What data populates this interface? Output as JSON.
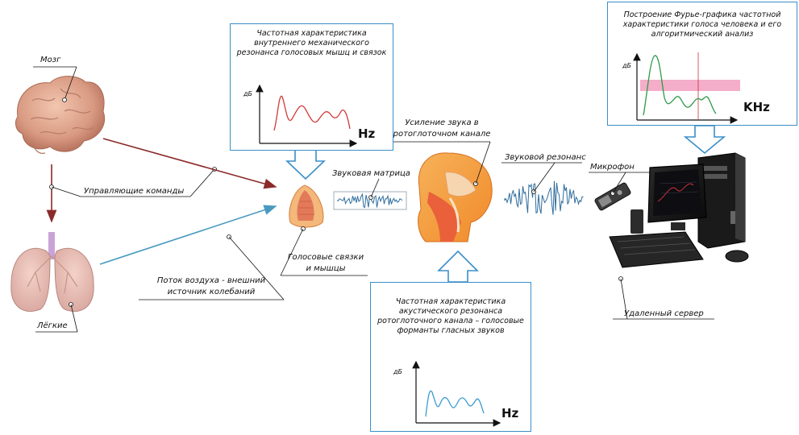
{
  "labels": {
    "brain": "Мозг",
    "lungs": "Лёгкие",
    "commands": "Управляющие команды",
    "airflow_1": "Поток воздуха - внешний",
    "airflow_2": "источник колебаний",
    "sound_matrix": "Звуковая матрица",
    "vocal_cords_1": "Голосовые связки",
    "vocal_cords_2": "и мышцы",
    "amplification_1": "Усиление звука в",
    "amplification_2": "ротоглоточном канале",
    "resonance": "Звуковой резонанс",
    "microphone": "Микрофон",
    "server": "Удаленный сервер"
  },
  "boxes": {
    "mech": {
      "lines": [
        "Частотная характеристика",
        "внутреннего механического",
        "резонанса голосовых мышц и связок"
      ],
      "ylabel": "дБ",
      "xlabel": "Hz"
    },
    "acoustic": {
      "lines": [
        "Частотная характеристика",
        "акустического резонанса",
        "ротоглоточного канала – голосовые",
        "форманты гласных звуков"
      ],
      "ylabel": "дБ",
      "xlabel": "Hz"
    },
    "fourier": {
      "lines": [
        "Построение Фурье-графика частотной",
        "характеристики голоса человека и его",
        "алгоритмический анализ"
      ],
      "ylabel": "дБ",
      "xlabel": "KHz"
    }
  },
  "colors": {
    "box_border": "#3a8fc8",
    "brain_arrow": "#8b2a2a",
    "air_arrow": "#4a9ac0",
    "mech_curve": "#d23a3a",
    "acoustic_curve": "#3a9bd0",
    "fourier_curve": "#2e9a4a",
    "fourier_band": "#f2a0c0"
  }
}
